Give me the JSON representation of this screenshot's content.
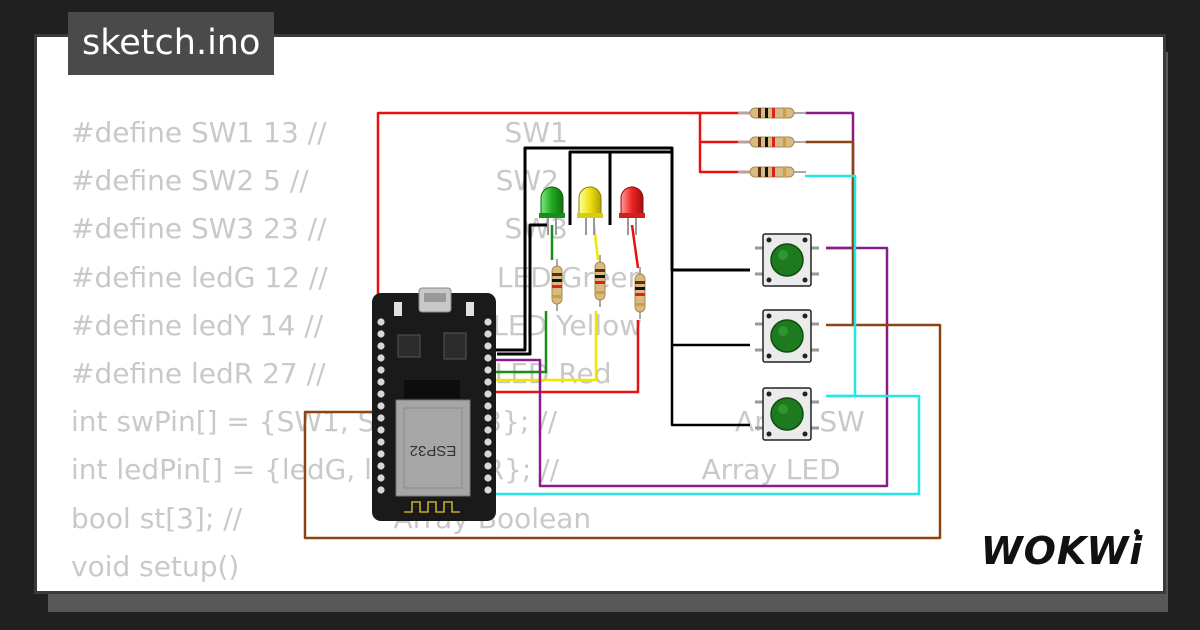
{
  "tab": {
    "filename": "sketch.ino"
  },
  "code": {
    "lines": [
      "#define SW1 13 //                    SW1",
      "#define SW2 5 //                     SW2",
      "#define SW3 23 //                    SW3",
      "#define ledG 12 //                   LED Green",
      "#define ledY 14 //                   LED Yellow",
      "#define ledR 27 //                   LED Red",
      "int swPin[] = {SW1, SW2, SW3}; //                    Array SW",
      "int ledPin[] = {ledG, ledY, ledR}; //                Array LED",
      "bool st[3]; //                 Array Boolean",
      "void setup()",
      "{"
    ]
  },
  "board": {
    "chip_label": "ESP32"
  },
  "brand": {
    "logo_text": "WOKWi"
  },
  "colors": {
    "wire_red": "#e81010",
    "wire_black": "#000000",
    "wire_green": "#1a8c1a",
    "wire_yellow": "#f2e600",
    "wire_purple": "#8a1c8a",
    "wire_brown": "#8b4513",
    "wire_cyan": "#26e6e6",
    "led_green": "#22c222",
    "led_yellow": "#f0e010",
    "led_red": "#ee2222",
    "button_cap": "#1e7a1e",
    "board": "#1a1a1a"
  },
  "icons": [
    "esp32-board-icon",
    "led-icon",
    "resistor-icon",
    "push-button-icon",
    "wokwi-logo"
  ]
}
